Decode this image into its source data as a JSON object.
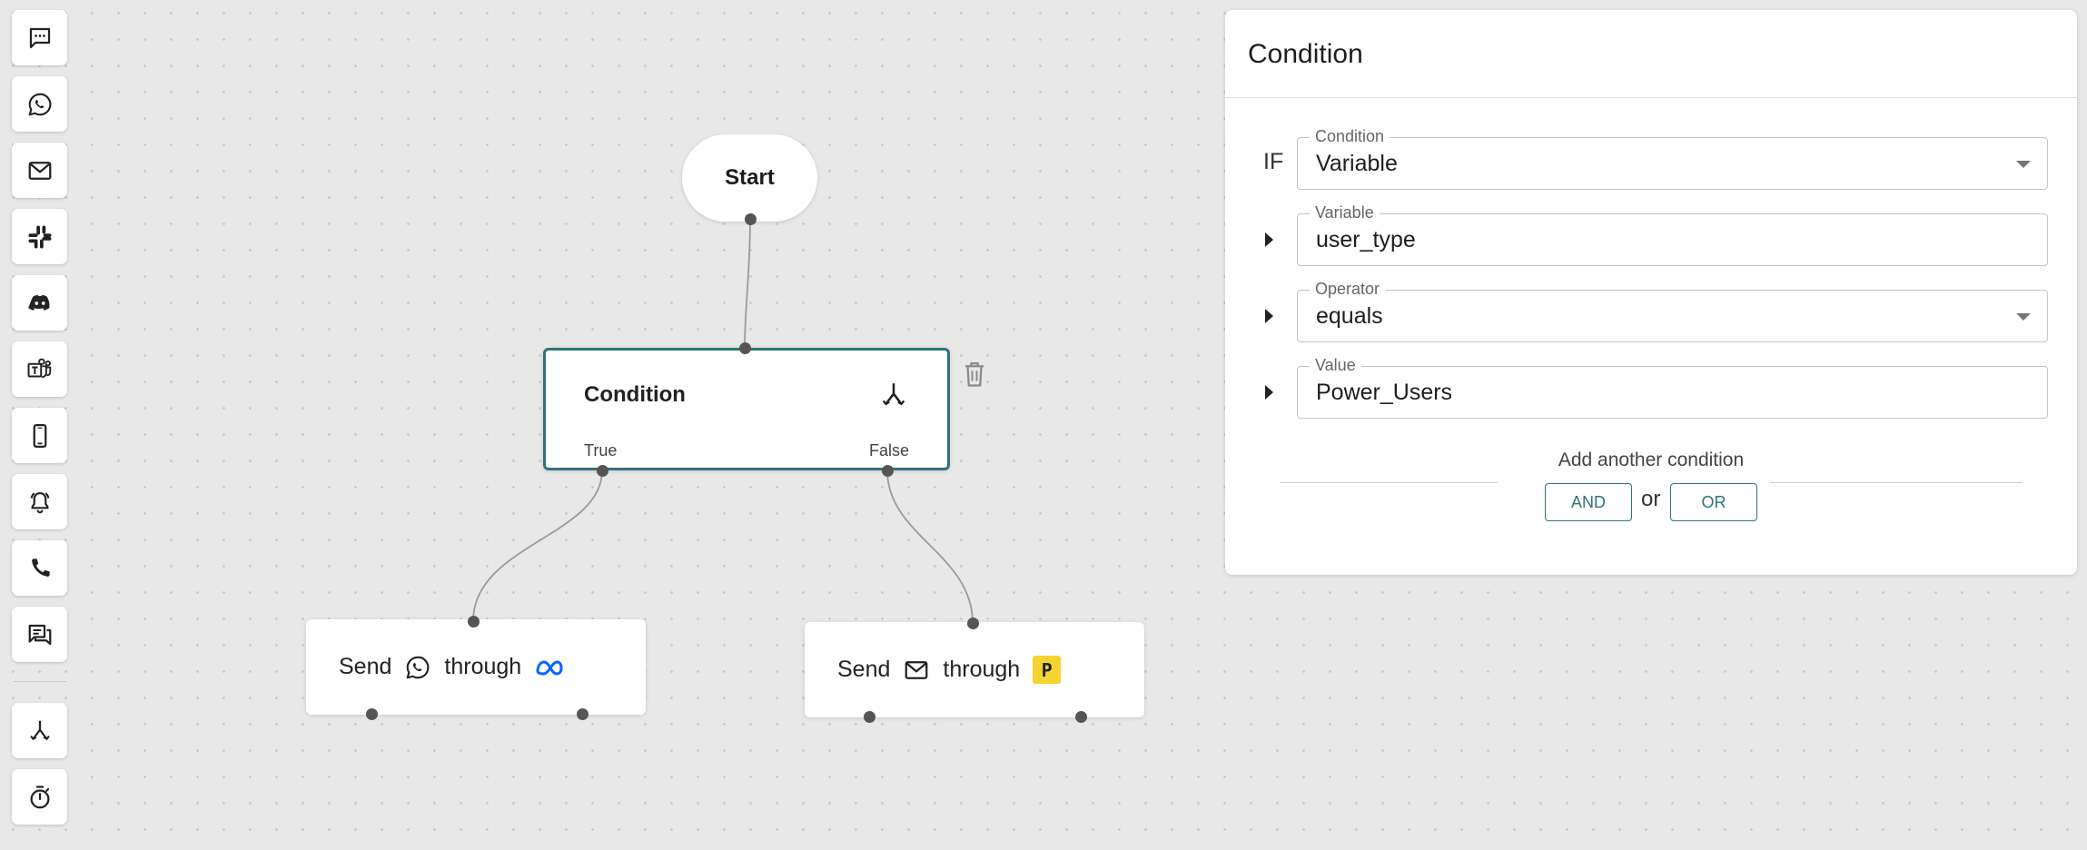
{
  "toolbar": {
    "items": [
      {
        "icon": "chat-icon"
      },
      {
        "icon": "whatsapp-icon"
      },
      {
        "icon": "email-icon"
      },
      {
        "icon": "slack-icon"
      },
      {
        "icon": "discord-icon"
      },
      {
        "icon": "teams-icon"
      },
      {
        "icon": "mobile-icon"
      },
      {
        "icon": "alarm-bell-icon"
      },
      {
        "icon": "phone-icon"
      },
      {
        "icon": "forum-icon"
      },
      {
        "icon": "condition-split-icon"
      },
      {
        "icon": "timer-icon"
      }
    ]
  },
  "canvas": {
    "start_label": "Start",
    "condition_node": {
      "title": "Condition",
      "true_label": "True",
      "false_label": "False",
      "icon": "split-icon"
    },
    "send_true": {
      "send": "Send",
      "through": "through",
      "channel_icon": "whatsapp-icon",
      "provider_icon": "meta-icon"
    },
    "send_false": {
      "send": "Send",
      "through": "through",
      "channel_icon": "email-icon",
      "provider_badge": "P"
    }
  },
  "panel": {
    "title": "Condition",
    "if_label": "IF",
    "fields": {
      "condition": {
        "legend": "Condition",
        "value": "Variable"
      },
      "variable": {
        "legend": "Variable",
        "value": "user_type"
      },
      "operator": {
        "legend": "Operator",
        "value": "equals"
      },
      "value": {
        "legend": "Value",
        "value": "Power_Users"
      }
    },
    "add_another": "Add another condition",
    "and_label": "AND",
    "or_text": "or",
    "or_label": "OR"
  },
  "colors": {
    "accent": "#2e7478",
    "badge": "#f3d431",
    "meta_blue": "#0866ff"
  }
}
